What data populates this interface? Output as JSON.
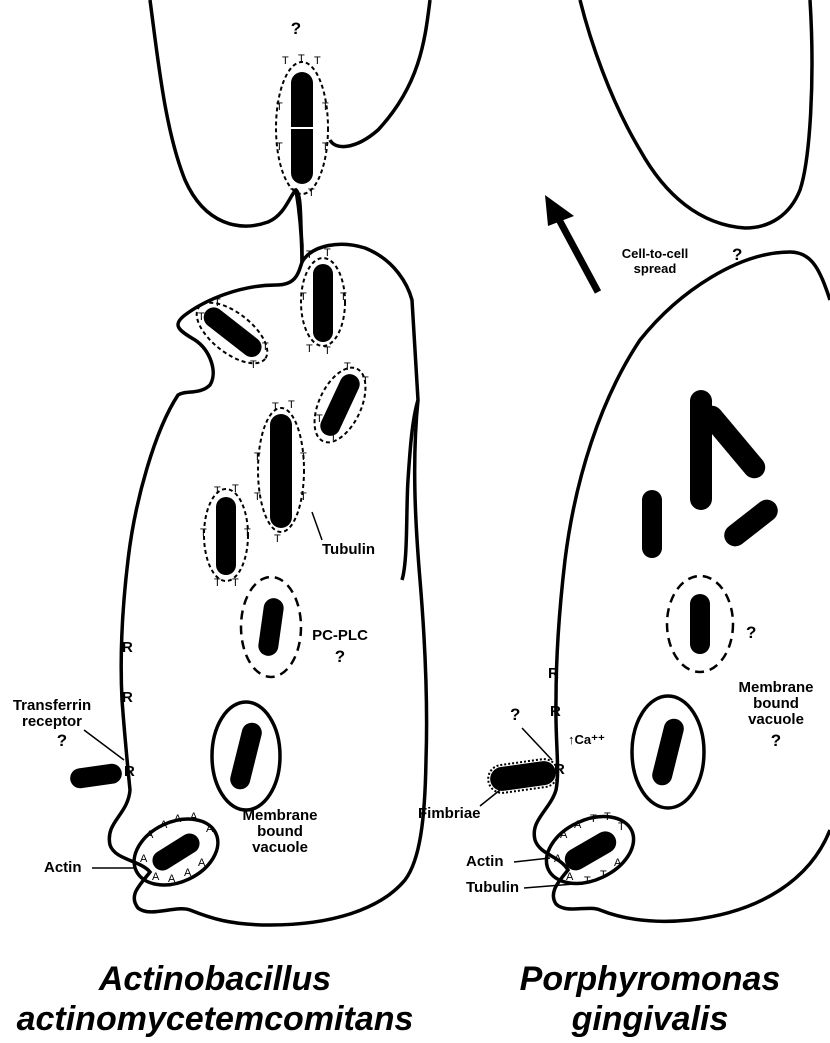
{
  "left_panel": {
    "title_line1": "Actinobacillus",
    "title_line2": "actinomycetemcomitans",
    "labels": {
      "top_question": "?",
      "tubulin": "Tubulin",
      "pcplc": "PC-PLC",
      "pcplc_question": "?",
      "transferrin_line1": "Transferrin",
      "transferrin_line2": "receptor",
      "transferrin_question": "?",
      "vacuole_line1": "Membrane",
      "vacuole_line2": "bound",
      "vacuole_line3": "vacuole",
      "actin": "Actin"
    },
    "receptor_letter": "R",
    "tubulin_letter": "T",
    "actin_letter": "A"
  },
  "right_panel": {
    "title_line1": "Porphyromonas",
    "title_line2": "gingivalis",
    "labels": {
      "spread_line1": "Cell-to-cell",
      "spread_line2": "spread",
      "spread_question": "?",
      "vacuole_question_small": "?",
      "vacuole_line1": "Membrane",
      "vacuole_line2": "bound",
      "vacuole_line3": "vacuole",
      "vacuole_question": "?",
      "receptor_question": "?",
      "calcium": "↑Ca⁺⁺",
      "fimbriae": "Fimbriae",
      "actin": "Actin",
      "tubulin": "Tubulin"
    },
    "receptor_letter": "R"
  }
}
